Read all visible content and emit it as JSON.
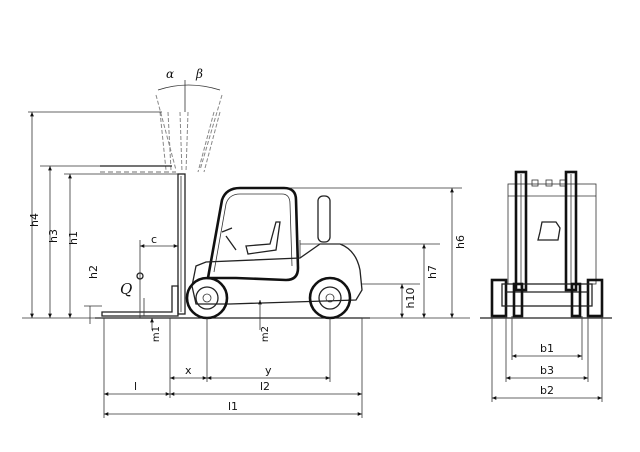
{
  "labels": {
    "alpha": "α",
    "beta": "β",
    "h4": "h4",
    "h3": "h3",
    "h1": "h1",
    "h2": "h2",
    "c": "c",
    "Q": "Q",
    "m1": "m1",
    "m2": "m2",
    "h10": "h10",
    "h7": "h7",
    "h6": "h6",
    "x": "x",
    "y": "y",
    "l": "l",
    "l2": "l2",
    "l1": "l1",
    "b1": "b1",
    "b3": "b3",
    "b2": "b2"
  }
}
